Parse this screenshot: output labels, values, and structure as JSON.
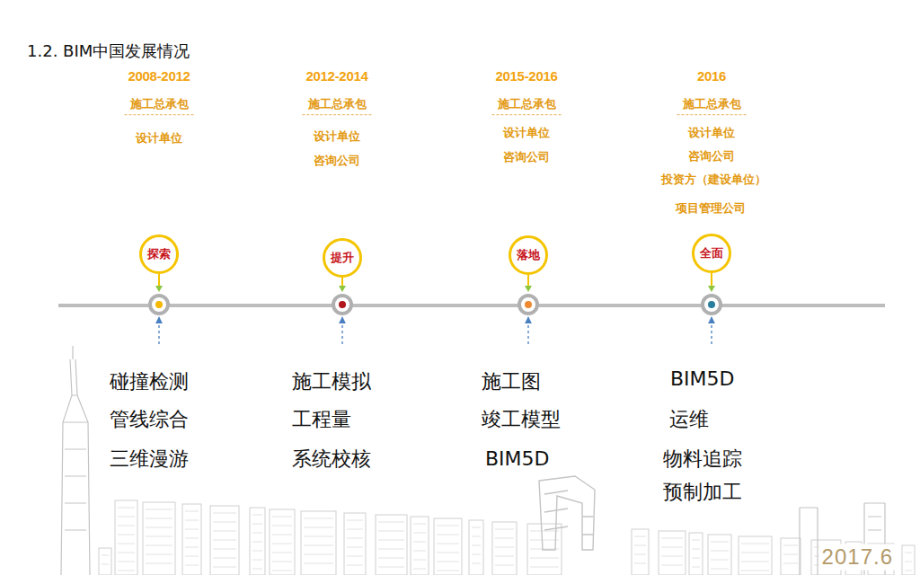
{
  "diagram": {
    "title": "1.2. BIM中国发展情况",
    "nodes": [
      {
        "text": [
          "探索"
        ]
      },
      {
        "text": [
          "提升"
        ]
      },
      {
        "text": [
          "落地"
        ]
      },
      {
        "text": [
          "全面"
        ]
      }
    ],
    "labels": [
      "2008-2012",
      "施工总承包",
      "设计单位",
      "2012-2014",
      "施工总承包",
      "设计单位",
      "咨询公司",
      "2015-2016",
      "施工总承包",
      "设计单位",
      "咨询公司",
      "2016",
      "施工总承包",
      "设计单位",
      "咨询公司",
      "投资方（建设单位）",
      "项目管理公司",
      "碰撞检测",
      "管线综合",
      "三维漫游",
      "施工模拟",
      "工程量",
      "系统校核",
      "施工图",
      "竣工模型",
      "BIM5D",
      "BIM5D",
      "运维",
      "物料追踪",
      "预制加工",
      "2017.6"
    ]
  }
}
